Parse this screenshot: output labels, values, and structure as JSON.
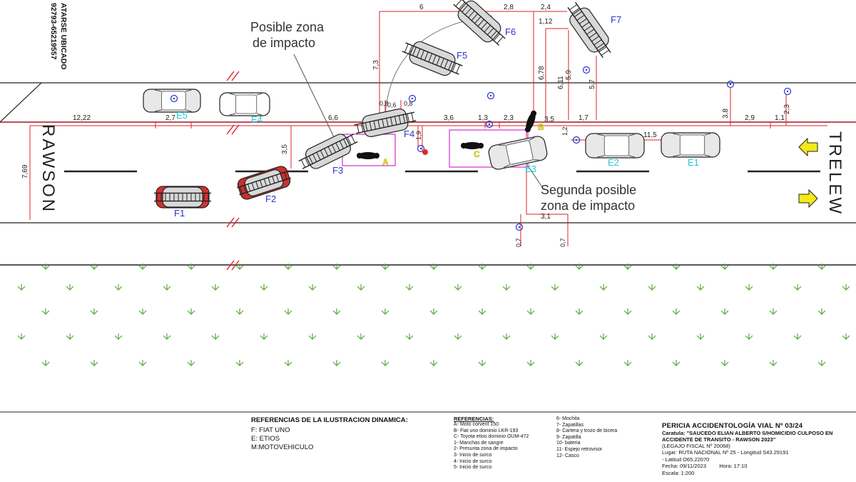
{
  "header": {
    "coord_line1": "ATARSE UBICADO",
    "coord_line2": "92793-65219557"
  },
  "towns": {
    "left": "RAWSON",
    "right": "TRELEW"
  },
  "annotations": {
    "impact_zone_1": [
      "Posible zona",
      "de impacto"
    ],
    "impact_zone_2": [
      "Segunda posible",
      "zona de impacto"
    ]
  },
  "dimensions": [
    "6",
    "2,8",
    "2,4",
    "1,12",
    "7,3",
    "6,78",
    "6,11",
    "5,9",
    "5,7",
    "12,22",
    "2,7",
    "6,6",
    "0,8",
    "0,6",
    "0,8",
    "1,9",
    "3,6",
    "1,3",
    "2,3",
    "3,5",
    "1,2",
    "1,7",
    "3,8",
    "2,9",
    "1,1",
    "2,3",
    "3,5",
    "11,5",
    "7,69",
    "3,1",
    "0,7",
    "0,7"
  ],
  "positions": [
    "F1",
    "F2",
    "F3",
    "F4",
    "F5",
    "F6",
    "F7",
    "E1",
    "E2",
    "E3",
    "E4",
    "E5"
  ],
  "markers": [
    "A",
    "B",
    "C"
  ],
  "references_illustration": {
    "title": "REFERENCIAS DE LA ILUSTRACION DINAMICA:",
    "items": [
      "F: FIAT UNO",
      "E: ETIOS",
      "M:MOTOVEHICULO"
    ]
  },
  "references": {
    "title": "REFERENCIAS:",
    "items_col1": [
      "A- Moto corvent 150",
      "B- Fiat uno dominio LKR-193",
      "C- Toyota etios dominio OUM-472",
      "1- Manchas de sangre",
      "2- Presunta zona de impacto",
      "3- Inicio de surco",
      "4- Inicio de surco",
      "5- Inicio de surco"
    ],
    "items_col2": [
      "6- Mochila",
      "7- Zapatillas",
      "8- Cartera y trozo de bicera",
      "9- Zapatilla",
      "10- bateria",
      "11- Espejo retrovisor",
      "12- Casco"
    ]
  },
  "title_block": {
    "title": "PERICIA ACCIDENTOLOGÍA VIAL Nº 03/24",
    "caratula": "Caratula: \"SAUCEDO ELIAN ALBERTO S/HOMICIDIO CULPOSO EN ACCIDENTE DE TRANSITO - RAWSON 2023\"",
    "legajo": "(LEGAJO FISCAL Nº 20068)",
    "lugar": "Lugar: RUTA NACIONAL Nº 25 - Longitud S43.29191",
    "latitud": "- Latitud O65.22070",
    "fecha": "Fecha: 09/11/2023",
    "hora": "Hora: 17:10",
    "escala": "Escala: 1:200"
  },
  "colors": {
    "road_line": "#222222",
    "dimension": "#e0202a",
    "impact_box": "#d43fd4",
    "label_blue": "#2a35c8",
    "label_cyan": "#22c8d8",
    "grass": "#5aa83a",
    "arrow": "#f2ea1a"
  }
}
